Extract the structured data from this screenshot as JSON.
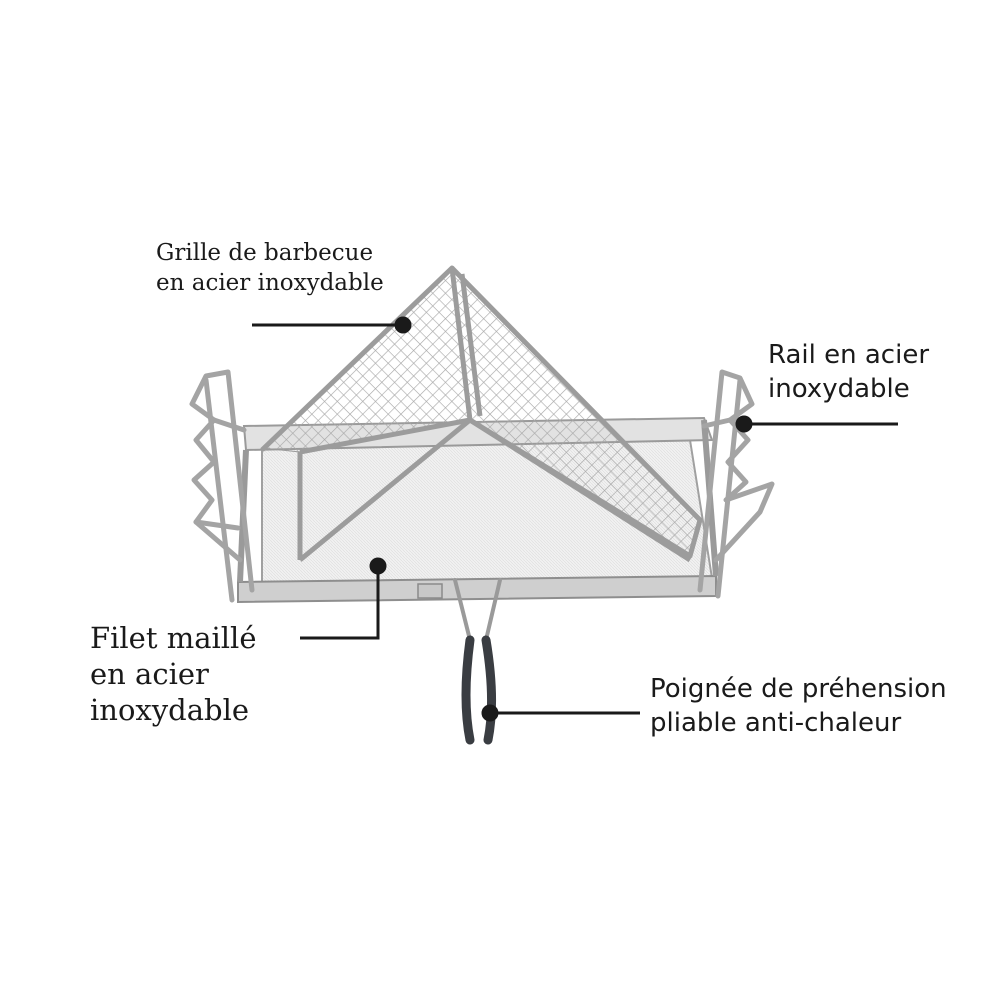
{
  "callouts": {
    "grill_grate": {
      "line1": "Grille de barbecue",
      "line2": "en acier inoxydable"
    },
    "rail": {
      "line1": "Rail en acier",
      "line2": "inoxydable"
    },
    "mesh_net": {
      "line1": "Filet maillé",
      "line2": "en acier",
      "line3": "inoxydable"
    },
    "handle": {
      "line1": "Poignée de préhension",
      "line2": "pliable anti-chaleur"
    }
  },
  "colors": {
    "background": "#ffffff",
    "text": "#1a1a1a",
    "leader_line": "#1a1a1a",
    "steel": "#9a9a9a",
    "steel_light": "#d6d6d6",
    "handle_grip": "#3a3d42"
  }
}
